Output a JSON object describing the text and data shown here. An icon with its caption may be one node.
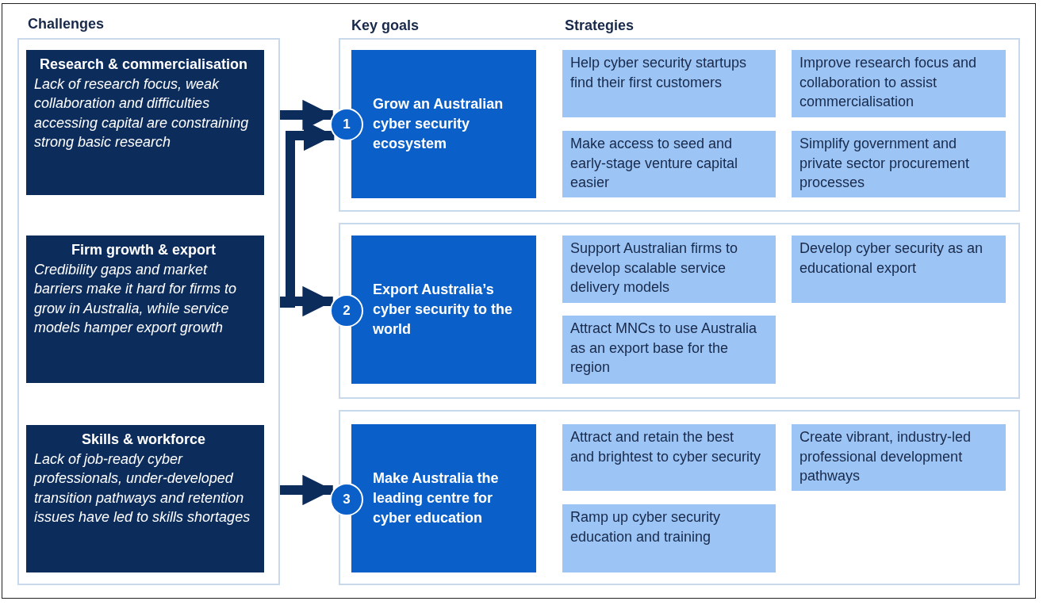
{
  "diagram": {
    "nodes": [
      {
        "text": [
          "Challenges"
        ]
      },
      {
        "text": [
          "Research & commercialisation",
          "Lack of research focus, weak collaboration and difficulties accessing capital are constraining strong basic research"
        ],
        "in": 0
      },
      {
        "text": [
          "Firm growth & export",
          "Credibility gaps and market barriers make it hard for firms to grow in Australia, while service models hamper export growth"
        ],
        "in": 0
      },
      {
        "text": [
          "Skills & workforce",
          "Lack of job-ready cyber professionals, under-developed transition pathways and retention issues have led to skills shortages"
        ],
        "in": 0
      },
      {
        "text": [],
        "shape": "box"
      },
      {
        "text": [
          "Grow an Australian cyber security ecosystem"
        ],
        "in": 4
      },
      {
        "text": [
          "1"
        ],
        "in": 4
      },
      {
        "text": [
          "Help cyber security startups find their first customers"
        ],
        "in": 4
      },
      {
        "text": [
          "Improve research focus and collaboration to assist commercialisation"
        ],
        "in": 4
      },
      {
        "text": [
          "Make access to seed and early-stage venture capital easier"
        ],
        "in": 4
      },
      {
        "text": [
          "Simplify government and private sector procurement processes"
        ],
        "in": 4
      },
      {
        "text": [],
        "shape": "box"
      },
      {
        "text": [
          "Export Australia’s cyber security to the world"
        ],
        "in": 11
      },
      {
        "text": [
          "2"
        ],
        "in": 11
      },
      {
        "text": [
          "Support Australian firms to develop scalable service delivery models"
        ],
        "in": 11
      },
      {
        "text": [
          "Develop cyber security as an educational export"
        ],
        "in": 11
      },
      {
        "text": [
          "Attract MNCs to use Australia as an export base for the region"
        ],
        "in": 11
      },
      {
        "text": [],
        "shape": "box"
      },
      {
        "text": [
          "Make Australia the leading centre for cyber education"
        ],
        "in": 17
      },
      {
        "text": [
          "3"
        ],
        "in": 17
      },
      {
        "text": [
          "Attract and retain the best and brightest to cyber security"
        ],
        "in": 17
      },
      {
        "text": [
          "Create vibrant, industry-led professional development pathways"
        ],
        "in": 17
      },
      {
        "text": [
          "Ramp up cyber security education and training"
        ],
        "in": 17
      }
    ],
    "edges": [
      {
        "from": 1,
        "to": 6,
        "arrow": "to"
      },
      {
        "from": 2,
        "to": 6,
        "arrow": "to"
      },
      {
        "from": 2,
        "to": 13,
        "arrow": "to"
      },
      {
        "from": 3,
        "to": 19,
        "arrow": "to"
      }
    ],
    "labels": [
      "Key goals",
      "Strategies"
    ]
  }
}
